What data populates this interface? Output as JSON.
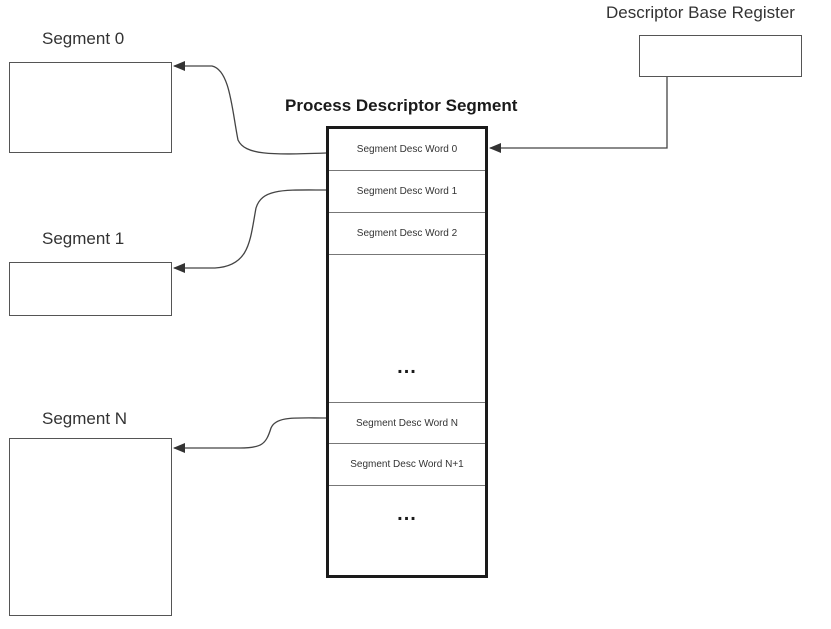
{
  "diagram": {
    "title": "Process Descriptor Segment",
    "register_label": "Descriptor Base Register",
    "segments": [
      {
        "label": "Segment 0"
      },
      {
        "label": "Segment 1"
      },
      {
        "label": "Segment N"
      }
    ],
    "words": [
      "Segment Desc Word 0",
      "Segment Desc Word 1",
      "Segment Desc Word 2",
      "Segment Desc Word N",
      "Segment Desc Word N+1"
    ],
    "ellipsis": "..."
  }
}
